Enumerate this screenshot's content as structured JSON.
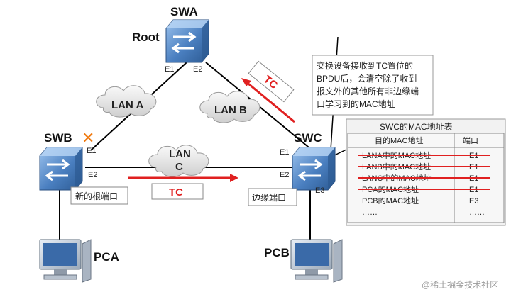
{
  "switches": {
    "swa": {
      "name": "SWA",
      "role": "Root",
      "ports": [
        "E1",
        "E2"
      ]
    },
    "swb": {
      "name": "SWB",
      "ports": [
        "E1",
        "E2"
      ]
    },
    "swc": {
      "name": "SWC",
      "ports": [
        "E1",
        "E2",
        "E3"
      ]
    }
  },
  "lans": {
    "a": "LAN A",
    "b": "LAN B",
    "c_line1": "LAN",
    "c_line2": "C"
  },
  "hosts": {
    "pca": "PCA",
    "pcb": "PCB"
  },
  "tc_label": "TC",
  "labels": {
    "new_root_port": "新的根端口",
    "edge_port": "边缘端口"
  },
  "note": {
    "lines": [
      "交换设备接收到TC置位的",
      "BPDU后，会清空除了收到",
      "报文外的其他所有非边缘端",
      "口学习到的MAC地址"
    ]
  },
  "mac_table": {
    "title": "SWC的MAC地址表",
    "headers": [
      "目的MAC地址",
      "端口"
    ],
    "rows": [
      {
        "mac": "LANA中的MAC地址",
        "port": "E1",
        "struck": true
      },
      {
        "mac": "LANB中的MAC地址",
        "port": "E1",
        "struck": true
      },
      {
        "mac": "LANC中的MAC地址",
        "port": "E1",
        "struck": true
      },
      {
        "mac": "PCA的MAC地址",
        "port": "E1",
        "struck": true
      },
      {
        "mac": "PCB的MAC地址",
        "port": "E3",
        "struck": false
      },
      {
        "mac": "……",
        "port": "……",
        "struck": false
      }
    ]
  },
  "watermark": "@稀土掘金技术社区",
  "colors": {
    "accent": "#e02020",
    "switch": "#4a7fc0",
    "panel": "#f2f2f2"
  }
}
